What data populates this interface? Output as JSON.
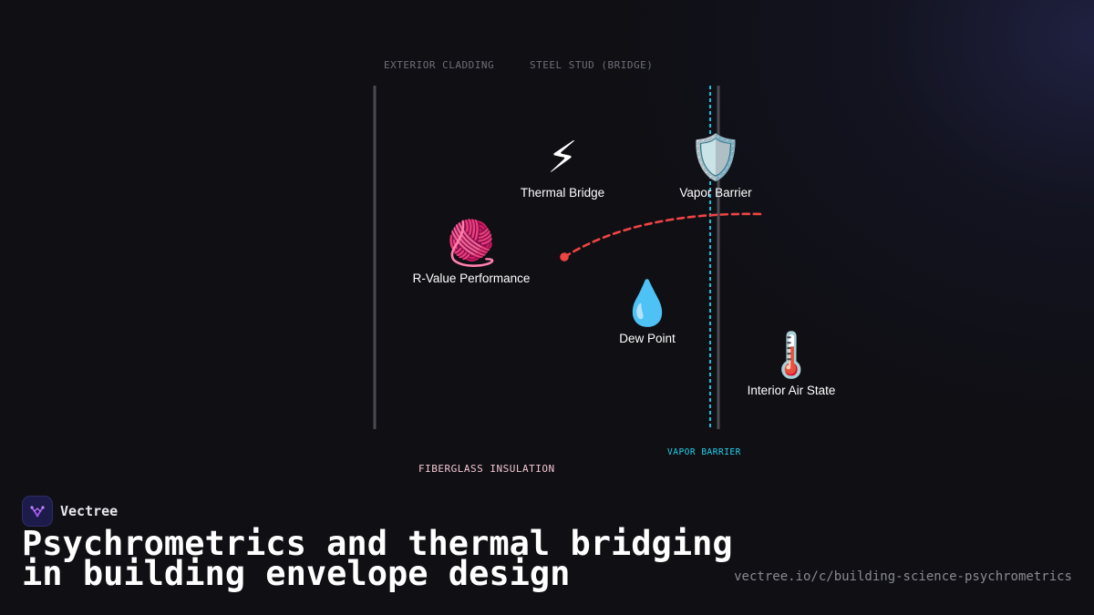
{
  "brand": {
    "name": "Vectree",
    "accent": "#a855f7"
  },
  "title": {
    "line1": "Psychrometrics and thermal bridging",
    "line2": "in building envelope design"
  },
  "url": "vectree.io/c/building-science-psychrometrics",
  "diagram": {
    "top_labels": {
      "exterior": "EXTERIOR CLADDING",
      "stud": "STEEL STUD (BRIDGE)"
    },
    "bottom_labels": {
      "insulation": "FIBERGLASS INSULATION",
      "vapor": "VAPOR BARRIER"
    },
    "nodes": [
      {
        "id": "thermal-bridge",
        "label": "Thermal Bridge",
        "icon": "lightning-icon",
        "glyph": "⚡"
      },
      {
        "id": "vapor-barrier",
        "label": "Vapor Barrier",
        "icon": "shield-icon",
        "glyph": "🛡️"
      },
      {
        "id": "r-value",
        "label": "R-Value Performance",
        "icon": "yarn-icon",
        "glyph": "🧶"
      },
      {
        "id": "dew-point",
        "label": "Dew Point",
        "icon": "droplet-icon",
        "glyph": "💧"
      },
      {
        "id": "interior-air",
        "label": "Interior Air State",
        "icon": "thermometer-icon",
        "glyph": "🌡️"
      }
    ],
    "colors": {
      "wall_line": "#4a4a52",
      "vapor_line": "#22d3ee",
      "flow_curve": "#ef4444",
      "insulation_label": "#f3c6cf"
    }
  }
}
